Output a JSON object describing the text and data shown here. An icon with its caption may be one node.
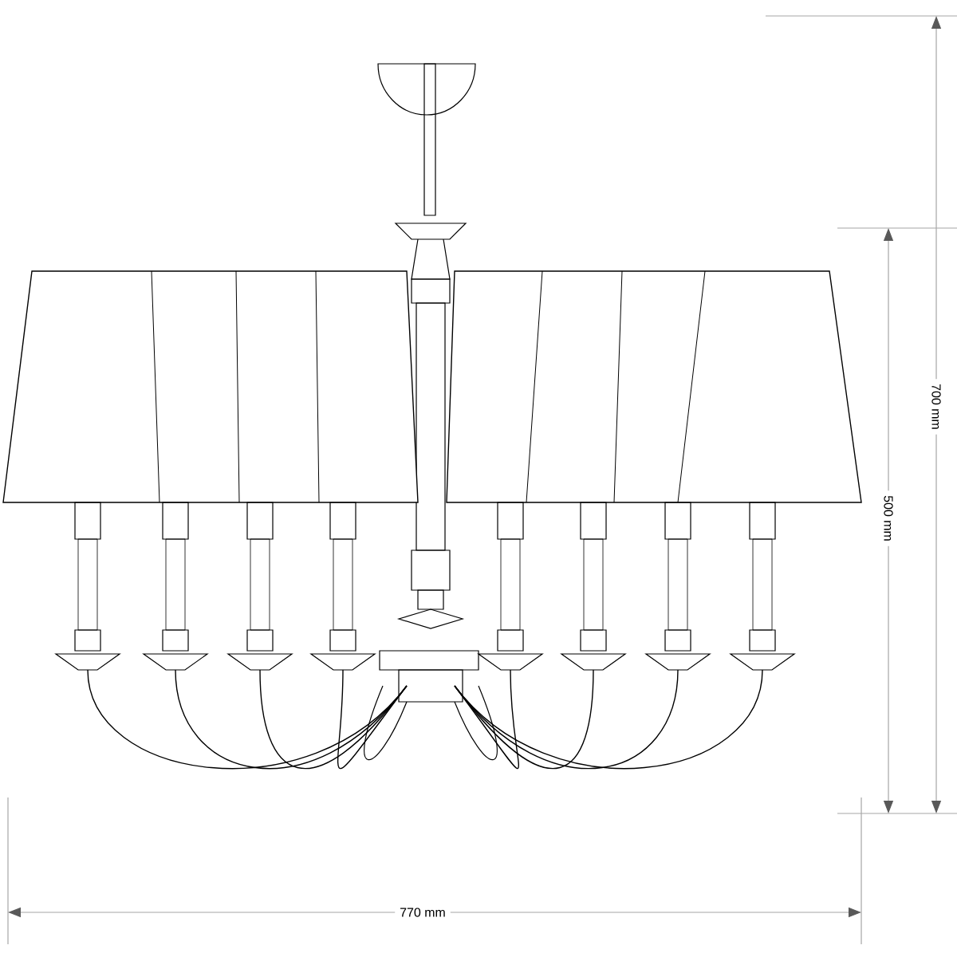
{
  "diagram": {
    "labels": [
      "700 mm",
      "500 mm",
      "770 mm"
    ]
  }
}
